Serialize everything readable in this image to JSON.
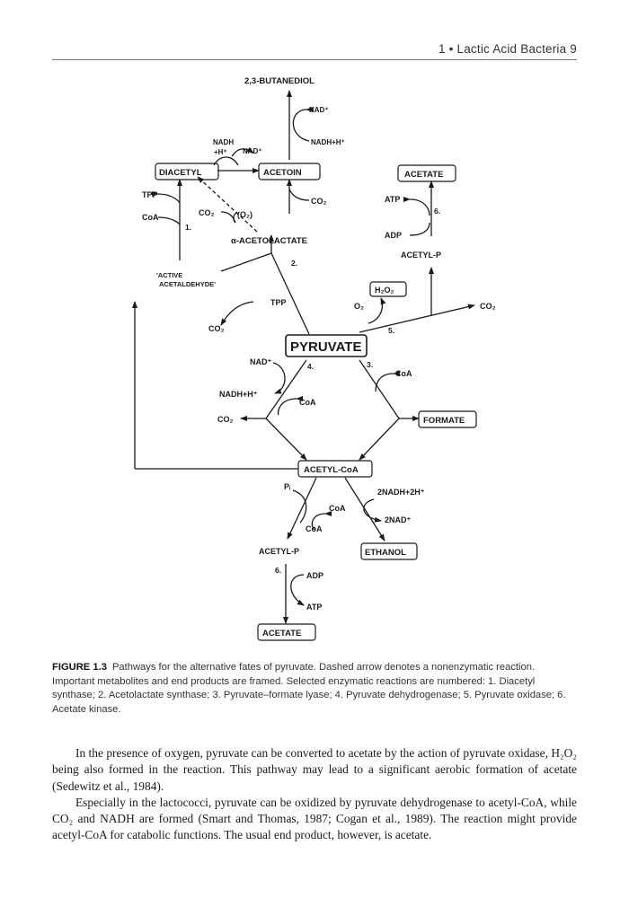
{
  "running_head": "1 • Lactic Acid Bacteria 9",
  "diagram": {
    "butanediol": "2,3-BUTANEDIOL",
    "nad_plus": "NAD⁺",
    "nadh_h": "NADH+H⁺",
    "nadh_left_line1": "NADH",
    "nadh_left_line2": "+H⁺",
    "nad_plus_left": "NAD⁺",
    "diacetyl": "DIACETYL",
    "acetoin": "ACETOIN",
    "acetate_top": "ACETATE",
    "tpp_left": "TPP",
    "coa_left": "CoA",
    "co2_mid": "CO₂",
    "o2_mid": "(O₂)",
    "co2_acetolactate": "CO₂",
    "atp_top": "ATP",
    "adp_top": "ADP",
    "acetyl_p_top": "ACETYL-P",
    "acetolactate": "α-ACETOLACTATE",
    "active_acetaldehyde_line1": "'ACTIVE",
    "active_acetaldehyde_line2": "ACETALDEHYDE'",
    "h2o2": "H₂O₂",
    "tpp_mid": "TPP",
    "o2_right": "O₂",
    "co2_right": "CO₂",
    "co2_left": "CO₂",
    "pyruvate": "PYRUVATE",
    "nad_plus_mid": "NAD⁺",
    "nadh_h_mid": "NADH+H⁺",
    "coa_mid_left": "CoA",
    "coa_mid_right": "CoA",
    "co2_lower": "CO₂",
    "formate": "FORMATE",
    "acetyl_coa": "ACETYL-CoA",
    "pi": "Pᵢ",
    "coa_lower_1": "CoA",
    "coa_lower_2": "CoA",
    "nadh_2h": "2NADH+2H⁺",
    "nad_2": "2NAD⁺",
    "acetyl_p_bottom": "ACETYL-P",
    "ethanol": "ETHANOL",
    "adp_bottom": "ADP",
    "atp_bottom": "ATP",
    "acetate_bottom": "ACETATE",
    "num_1": "1.",
    "num_2": "2.",
    "num_3": "3.",
    "num_4": "4.",
    "num_5": "5.",
    "num_6_top": "6.",
    "num_6_bottom": "6."
  },
  "caption": {
    "label": "FIGURE 1.3",
    "text": "Pathways for the alternative fates of pyruvate. Dashed arrow denotes a nonenzymatic reaction. Important metabolites and end products are framed. Selected enzymatic reactions are numbered: 1. Diacetyl synthase; 2. Acetolactate synthase; 3. Pyruvate–formate lyase; 4. Pyruvate dehydrogenase; 5. Pyruvate oxidase; 6. Acetate kinase."
  },
  "body": {
    "paragraph_1": "In the presence of oxygen, pyruvate can be converted to acetate by the action of pyruvate oxidase, H₂O₂ being also formed in the reaction. This pathway may lead to a significant aerobic formation of acetate (Sedewitz et al., 1984).",
    "paragraph_2": "Especially in the lactococci, pyruvate can be oxidized by pyruvate dehydrogenase to acetyl-CoA, while CO₂ and NADH are formed (Smart and Thomas, 1987; Cogan et al., 1989). The reaction might provide acetyl-CoA for catabolic functions. The usual end product, however, is acetate."
  }
}
